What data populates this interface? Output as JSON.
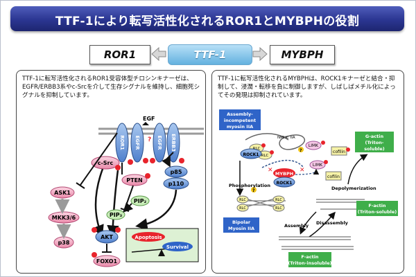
{
  "title": "TTF-1により転写活性化されるROR1とMYBPHの役割",
  "header": {
    "left_gene": "ROR1",
    "center": "TTF-1",
    "right_gene": "MYBPH"
  },
  "left_panel": {
    "description": "TTF-1に転写活性化されるROR1受容体型チロシンキナーゼは、EGFR/ERBB3系やc-Srcを介して生存シグナルを維持し、細胞死シグナルを抑制しています。",
    "labels": {
      "egf": "EGF",
      "ror1": "ROR1",
      "egfr": "EGFR",
      "erbb3": "ERBB3",
      "csrc": "c-Src",
      "pten": "PTEN",
      "p85": "p85",
      "p110": "p110",
      "ask1": "ASK1",
      "mkk": "MKK3/6",
      "p38": "p38",
      "pip2": "PIP₂",
      "pip3": "PIP₃",
      "akt": "AKT",
      "foxo1": "FOXO1",
      "p": "P",
      "q": "?",
      "apoptosis": "Apoptosis",
      "survival": "Survival"
    }
  },
  "right_panel": {
    "description": "TTF-1に転写活性化されるMYBPHは、ROCK1キナーゼと結合・抑制して、浸潤・転移を負に制御しますが、しばしばメチル化によってその発現は抑制されています。",
    "labels": {
      "assembly_incompetent": [
        "Assembly-",
        "incompetent",
        "myosin IIA"
      ],
      "nmhc": "NMHC IIA",
      "rlc": "RLC",
      "rock1": "ROCK1",
      "mybph": "MYBPH",
      "limk": "LIMK",
      "cofilin": "cofilin",
      "g_actin": [
        "G-actin",
        "(Triton-",
        "soluble)"
      ],
      "phosphorylation": "Phosphorylation",
      "depolymerization": "Depolymerization",
      "bipolar": [
        "Bipolar",
        "Myosin IIA"
      ],
      "f_actin_soluble": [
        "F-actin",
        "(Triton-soluble)"
      ],
      "assembly": "Assembly",
      "disassembly": "Disassembly",
      "f_actin_insoluble": [
        "F-actin",
        "(Triton-insoluble)"
      ],
      "p": "P",
      "q": "?"
    }
  },
  "colors": {
    "title_blue": "#2b3691",
    "receptor_blue": "#5b8fd6",
    "node_pink": "#f3a6c0",
    "phospho_red": "#e8242c",
    "green_box": "#3fae4a",
    "blue_box": "#2f64c8",
    "pip_green": "#c8ecb8"
  }
}
